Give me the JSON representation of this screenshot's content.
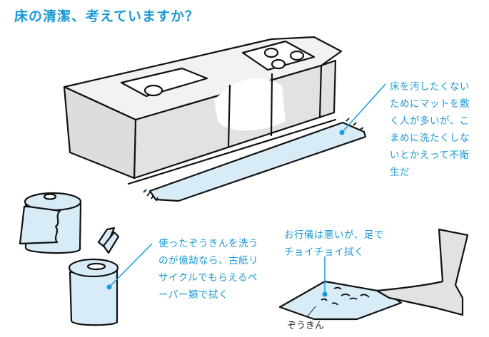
{
  "title": "床の清潔、考えていますか？",
  "colors": {
    "accent": "#1a9ad6",
    "light_blue_fill": "#d8ecf8",
    "gray_fill": "#e2e2e2",
    "ink": "#111111"
  },
  "notes": {
    "mat": {
      "lines": [
        "床を汚したくない",
        "ためにマットを敷",
        "く人が多いが、こ",
        "まめに洗たくしな",
        "いとかえって不衛",
        "生だ"
      ]
    },
    "paper": {
      "lines": [
        "使ったぞうきんを洗う",
        "のが億劫なら、古紙リ",
        "サイクルでもらえるペ",
        "ーパー類で拭く"
      ]
    },
    "foot": {
      "lines": [
        "お行儀は悪いが、足で",
        "チョイチョイ拭く"
      ]
    }
  },
  "labels": {
    "zoukin": "ぞうきん"
  },
  "illustrations": [
    "kitchen-counter",
    "floor-mat",
    "toilet-paper-roll",
    "paper-towel-roll",
    "floor-cloth",
    "foot"
  ]
}
